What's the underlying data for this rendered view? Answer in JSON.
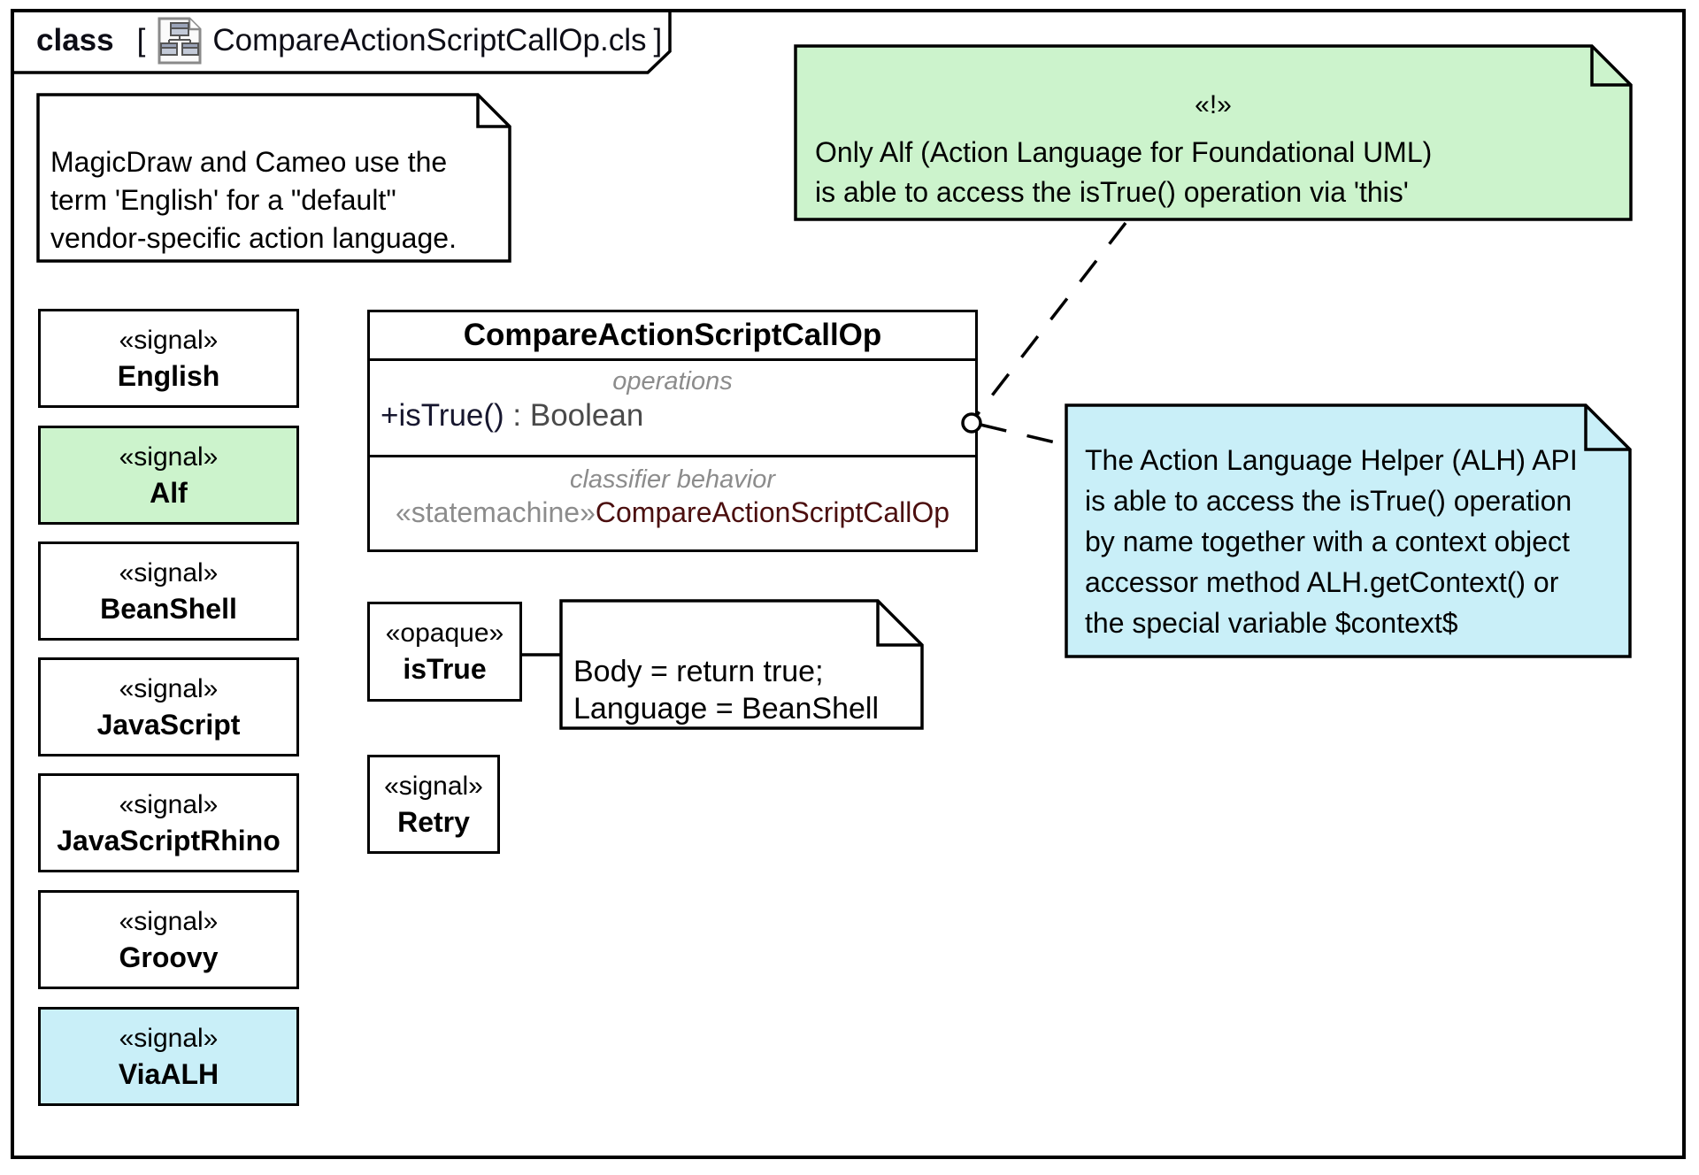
{
  "frame": {
    "keyword": "class",
    "bracket_open": "[",
    "title": "CompareActionScriptCallOp.cls",
    "bracket_close": "]",
    "icon": "class-diagram-icon"
  },
  "notes": {
    "default_language": {
      "text": "MagicDraw and Cameo use the\nterm 'English' for a \"default\"\nvendor-specific action language."
    },
    "alf_only": {
      "stereotype": "«!»",
      "text": "Only Alf (Action Language for Foundational UML)\nis able to access the isTrue() operation via 'this'"
    },
    "alh_api": {
      "text": "The Action Language Helper (ALH) API\nis able to access the isTrue() operation\nby name together with a context object\naccessor method ALH.getContext() or\nthe special variable $context$"
    },
    "opaque_body": {
      "text": "Body = return true;\nLanguage = BeanShell"
    }
  },
  "class_box": {
    "name": "CompareActionScriptCallOp",
    "operations_label": "operations",
    "operation": {
      "name": "+isTrue()",
      "type": " : Boolean"
    },
    "classifier_label": "classifier behavior",
    "behavior": {
      "stereotype": "«statemachine»",
      "name": "CompareActionScriptCallOp"
    }
  },
  "signals": [
    {
      "stereotype": "«signal»",
      "name": "English",
      "fill": "#ffffff"
    },
    {
      "stereotype": "«signal»",
      "name": "Alf",
      "fill": "#ccf3cc"
    },
    {
      "stereotype": "«signal»",
      "name": "BeanShell",
      "fill": "#ffffff"
    },
    {
      "stereotype": "«signal»",
      "name": "JavaScript",
      "fill": "#ffffff"
    },
    {
      "stereotype": "«signal»",
      "name": "JavaScriptRhino",
      "fill": "#ffffff"
    },
    {
      "stereotype": "«signal»",
      "name": "Groovy",
      "fill": "#ffffff"
    },
    {
      "stereotype": "«signal»",
      "name": "ViaALH",
      "fill": "#c9eff8"
    }
  ],
  "opaque_box": {
    "stereotype": "«opaque»",
    "name": "isTrue"
  },
  "retry_box": {
    "stereotype": "«signal»",
    "name": "Retry"
  },
  "colors": {
    "note_green": "#ccf3cc",
    "note_cyan": "#c9eff8",
    "compartment_label_gray": "#8c8c8c",
    "behavior_name_maroon": "#4b0e0e",
    "operation_name": "#17172f",
    "operation_type": "#4a4a4a"
  }
}
